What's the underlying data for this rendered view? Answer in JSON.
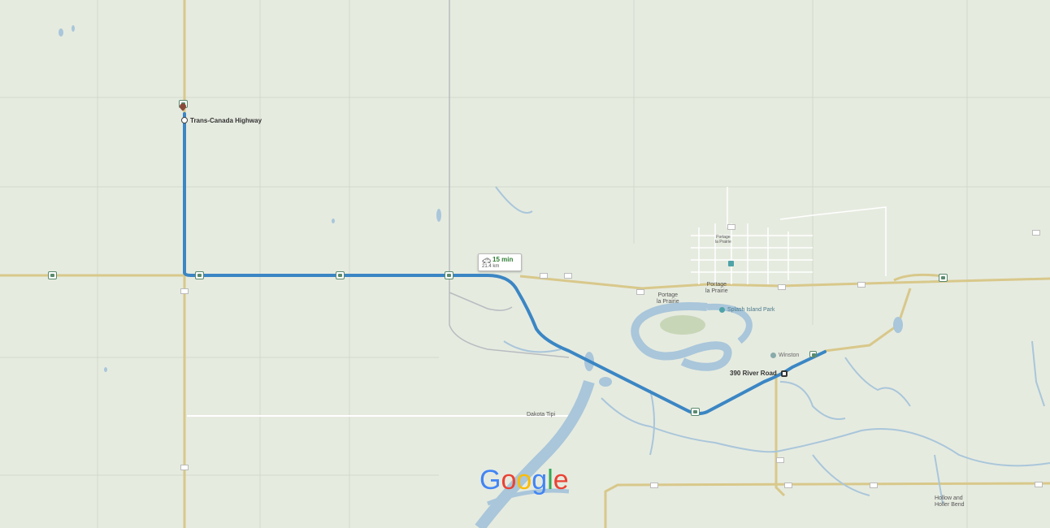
{
  "map": {
    "origin_label": "Trans-Canada Highway",
    "destination_label": "390 River Road",
    "route": {
      "duration": "15 min",
      "distance": "21.4 km",
      "mode_icon": "car-icon",
      "color": "#3b86c4"
    },
    "places": {
      "town": "Portage\nla Prairie",
      "town2": "Portage\nla Prairie",
      "park": "Splash Island Park",
      "poi_west": "Winston",
      "dakota": "Dakota Tipi",
      "hollow": "Hollow and\nHoller Bend"
    },
    "logo": {
      "text": "Google"
    },
    "colors": {
      "land": "#e6ebe0",
      "water": "#a9c6da",
      "road_major": "#d8c88a",
      "road_minor": "#ffffff",
      "route": "#3b86c4"
    }
  }
}
